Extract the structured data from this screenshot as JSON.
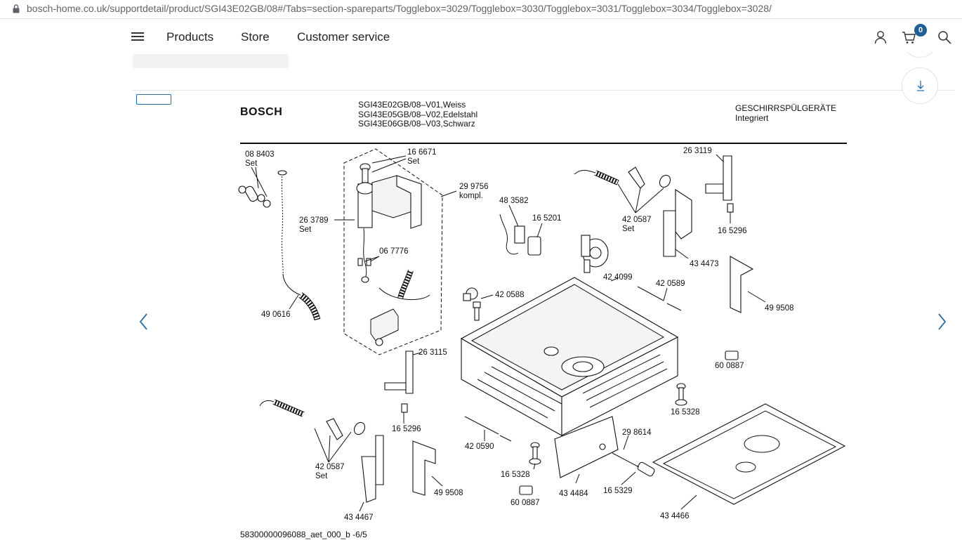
{
  "browser": {
    "url": "bosch-home.co.uk/supportdetail/product/SGI43E02GB/08#/Tabs=section-spareparts/Togglebox=3029/Togglebox=3030/Togglebox=3031/Togglebox=3034/Togglebox=3028/"
  },
  "nav": {
    "items": [
      "Products",
      "Store",
      "Customer service"
    ],
    "cart_count": "0"
  },
  "sheet": {
    "brand": "BOSCH",
    "models": [
      "SGI43E02GB/08–V01,Weiss",
      "SGI43E05GB/08–V02,Edelstahl",
      "SGI43E06GB/08–V03,Schwarz"
    ],
    "category": [
      "GESCHIRRSPÜLGERÄTE",
      "Integriert"
    ],
    "footer": "58300000096088_aet_000_b  -6/5"
  },
  "part_labels": [
    {
      "id": "p1",
      "lines": [
        "08 8403",
        "Set"
      ]
    },
    {
      "id": "p2",
      "lines": [
        "16 6671",
        "Set"
      ]
    },
    {
      "id": "p3",
      "lines": [
        "29 9756",
        "kompl."
      ]
    },
    {
      "id": "p4",
      "lines": [
        "26 3789",
        "Set"
      ]
    },
    {
      "id": "p5",
      "lines": [
        "06 7776"
      ]
    },
    {
      "id": "p6",
      "lines": [
        "49 0616"
      ]
    },
    {
      "id": "p7",
      "lines": [
        "48 3582"
      ]
    },
    {
      "id": "p8",
      "lines": [
        "16 5201"
      ]
    },
    {
      "id": "p9",
      "lines": [
        "42 0587",
        "Set"
      ]
    },
    {
      "id": "p10",
      "lines": [
        "26 3119"
      ]
    },
    {
      "id": "p11",
      "lines": [
        "16 5296"
      ]
    },
    {
      "id": "p12",
      "lines": [
        "43 4473"
      ]
    },
    {
      "id": "p13",
      "lines": [
        "42 4099"
      ]
    },
    {
      "id": "p14",
      "lines": [
        "42 0589"
      ]
    },
    {
      "id": "p15",
      "lines": [
        "42 0588"
      ]
    },
    {
      "id": "p16",
      "lines": [
        "49 9508"
      ]
    },
    {
      "id": "p17",
      "lines": [
        "60 0887"
      ]
    },
    {
      "id": "p18",
      "lines": [
        "26 3115"
      ]
    },
    {
      "id": "p19",
      "lines": [
        "16 5296"
      ]
    },
    {
      "id": "p20",
      "lines": [
        "16 5328"
      ]
    },
    {
      "id": "p21",
      "lines": [
        "42 0590"
      ]
    },
    {
      "id": "p22",
      "lines": [
        "29 8614"
      ]
    },
    {
      "id": "p23",
      "lines": [
        "42 0587",
        "Set"
      ]
    },
    {
      "id": "p24",
      "lines": [
        "49 9508"
      ]
    },
    {
      "id": "p25",
      "lines": [
        "16 5328"
      ]
    },
    {
      "id": "p26",
      "lines": [
        "43 4484"
      ]
    },
    {
      "id": "p27",
      "lines": [
        "16 5329"
      ]
    },
    {
      "id": "p28",
      "lines": [
        "60 0887"
      ]
    },
    {
      "id": "p29",
      "lines": [
        "43 4467"
      ]
    },
    {
      "id": "p30",
      "lines": [
        "43 4466"
      ]
    }
  ],
  "icons": {
    "lock": "lock-icon",
    "menu": "hamburger-menu-icon",
    "account": "user-icon",
    "cart": "cart-icon",
    "search": "search-icon",
    "download": "download-icon",
    "prev": "chevron-left-icon",
    "next": "chevron-right-icon"
  },
  "colors": {
    "accent": "#1f5f93",
    "arrow": "#2b6ca3"
  }
}
